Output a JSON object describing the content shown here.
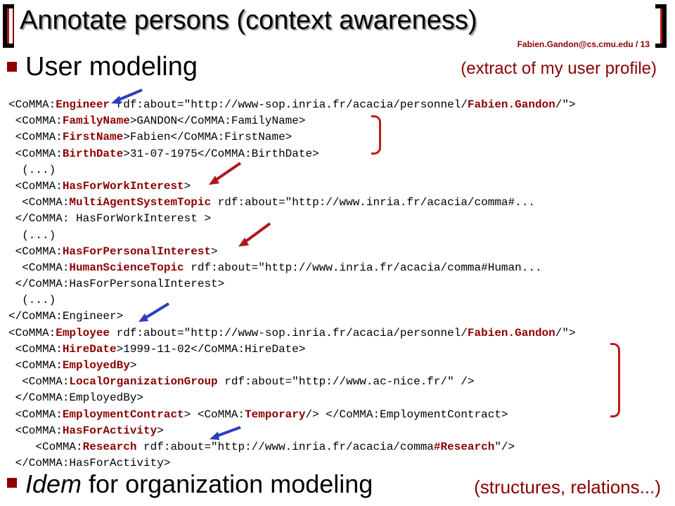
{
  "title": "Annotate persons (context awareness)",
  "author": "Fabien.Gandon@cs.cmu.edu",
  "page": "/ 13",
  "section1": {
    "label": "User modeling",
    "note": "(extract of my user profile)"
  },
  "code_lines": [
    [
      [
        "t",
        "<CoMMA:"
      ],
      [
        "k",
        "Engineer"
      ],
      [
        "t",
        " rdf:about=\"http://www-sop.inria.fr/acacia/personnel/"
      ],
      [
        "k",
        "Fabien.Gandon"
      ],
      [
        "t",
        "/\">"
      ]
    ],
    [
      [
        "t",
        " <CoMMA:"
      ],
      [
        "k",
        "FamilyName"
      ],
      [
        "t",
        ">GANDON</CoMMA:FamilyName>"
      ]
    ],
    [
      [
        "t",
        " <CoMMA:"
      ],
      [
        "k",
        "FirstName"
      ],
      [
        "t",
        ">Fabien</CoMMA:FirstName>"
      ]
    ],
    [
      [
        "t",
        " <CoMMA:"
      ],
      [
        "k",
        "BirthDate"
      ],
      [
        "t",
        ">31-07-1975</CoMMA:BirthDate>"
      ]
    ],
    [
      [
        "t",
        "  (...)"
      ]
    ],
    [
      [
        "t",
        " <CoMMA:"
      ],
      [
        "k",
        "HasForWorkInterest"
      ],
      [
        "t",
        ">"
      ]
    ],
    [
      [
        "t",
        "  <CoMMA:"
      ],
      [
        "k",
        "MultiAgentSystemTopic"
      ],
      [
        "t",
        " rdf:about=\"http://www.inria.fr/acacia/comma#..."
      ]
    ],
    [
      [
        "t",
        " </CoMMA: HasForWorkInterest >"
      ]
    ],
    [
      [
        "t",
        "  (...)"
      ]
    ],
    [
      [
        "t",
        " <CoMMA:"
      ],
      [
        "k",
        "HasForPersonalInterest"
      ],
      [
        "t",
        ">"
      ]
    ],
    [
      [
        "t",
        "  <CoMMA:"
      ],
      [
        "k",
        "HumanScienceTopic"
      ],
      [
        "t",
        " rdf:about=\"http://www.inria.fr/acacia/comma#Human..."
      ]
    ],
    [
      [
        "t",
        " </CoMMA:HasForPersonalInterest>"
      ]
    ],
    [
      [
        "t",
        "  (...)"
      ]
    ],
    [
      [
        "t",
        "</CoMMA:Engineer>"
      ]
    ],
    [
      [
        "t",
        "<CoMMA:"
      ],
      [
        "k",
        "Employee"
      ],
      [
        "t",
        " rdf:about=\"http://www-sop.inria.fr/acacia/personnel/"
      ],
      [
        "k",
        "Fabien.Gandon"
      ],
      [
        "t",
        "/\">"
      ]
    ],
    [
      [
        "t",
        " <CoMMA:"
      ],
      [
        "k",
        "HireDate"
      ],
      [
        "t",
        ">1999-11-02</CoMMA:HireDate>"
      ]
    ],
    [
      [
        "t",
        " <CoMMA:"
      ],
      [
        "k",
        "EmployedBy"
      ],
      [
        "t",
        ">"
      ]
    ],
    [
      [
        "t",
        "  <CoMMA:"
      ],
      [
        "k",
        "LocalOrganizationGroup"
      ],
      [
        "t",
        " rdf:about=\"http://www.ac-nice.fr/\" />"
      ]
    ],
    [
      [
        "t",
        " </CoMMA:EmployedBy>"
      ]
    ],
    [
      [
        "t",
        " <CoMMA:"
      ],
      [
        "k",
        "EmploymentContract"
      ],
      [
        "t",
        "> <CoMMA:"
      ],
      [
        "k",
        "Temporary"
      ],
      [
        "t",
        "/> </CoMMA:EmploymentContract>"
      ]
    ],
    [
      [
        "t",
        " <CoMMA:"
      ],
      [
        "k",
        "HasForActivity"
      ],
      [
        "t",
        ">"
      ]
    ],
    [
      [
        "t",
        "    <CoMMA:"
      ],
      [
        "k",
        "Research"
      ],
      [
        "t",
        " rdf:about=\"http://www.inria.fr/acacia/comma"
      ],
      [
        "k",
        "#Research"
      ],
      [
        "t",
        "\"/>"
      ]
    ],
    [
      [
        "t",
        " </CoMMA:HasForActivity>"
      ]
    ]
  ],
  "section2": {
    "label_italic": "Idem",
    "label_rest": " for organization modeling",
    "note": "(structures, relations...)"
  },
  "colors": {
    "accent": "#8b0000",
    "arrow_blue": "#2a3fbf",
    "arrow_red": "#b01818"
  },
  "icons": [
    "bullet-square-icon",
    "pointer-arrow-icon",
    "bracket-icon"
  ]
}
